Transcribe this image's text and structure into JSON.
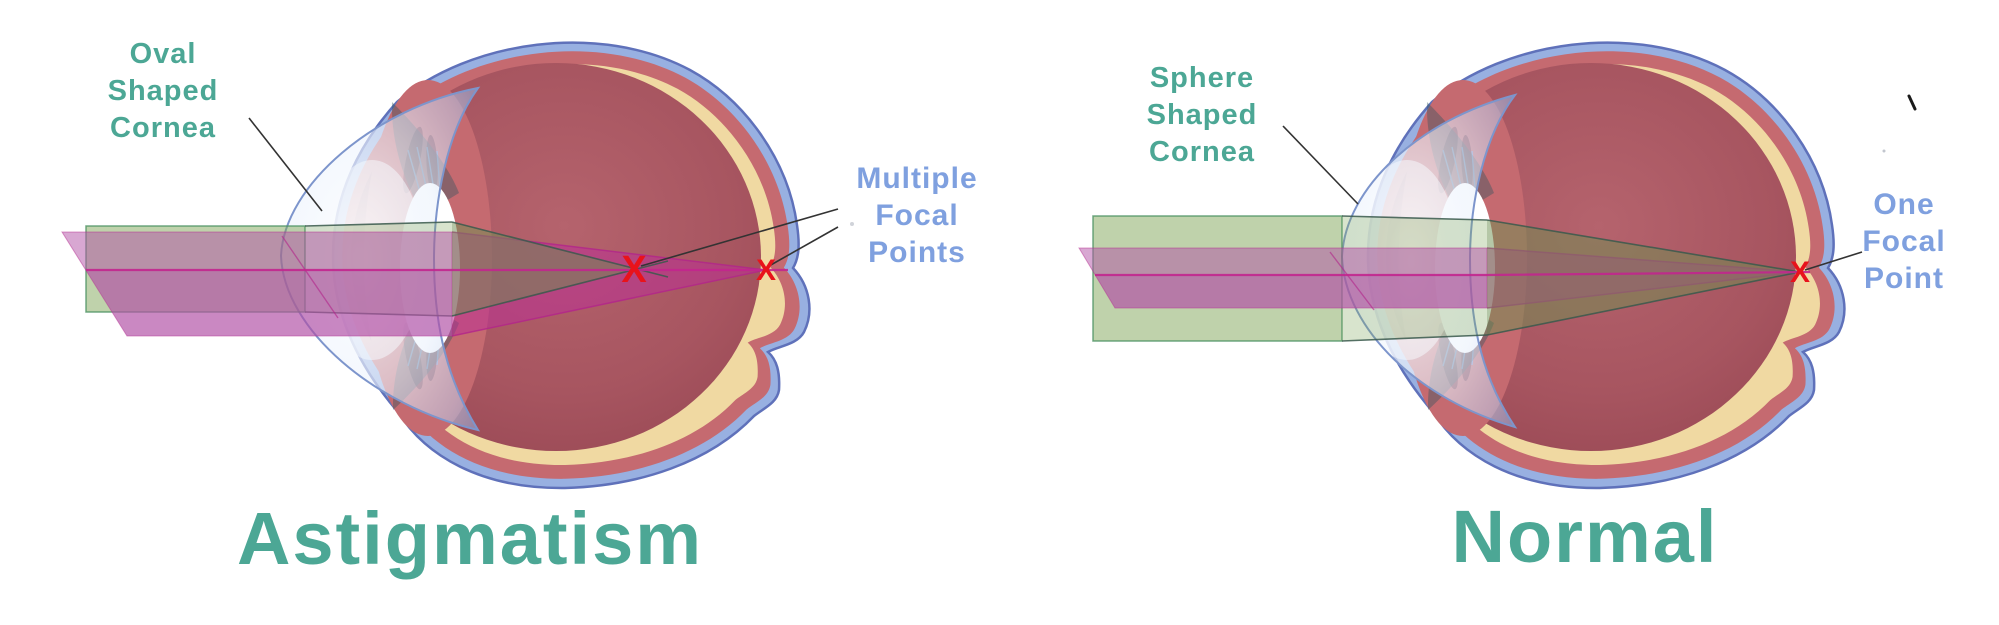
{
  "titles": {
    "left": "Astigmatism",
    "right": "Normal"
  },
  "labels": {
    "left_cornea": {
      "lines": [
        "Oval",
        "Shaped",
        "Cornea"
      ]
    },
    "left_focal": {
      "lines": [
        "Multiple",
        "Focal",
        "Points"
      ]
    },
    "right_cornea": {
      "lines": [
        "Sphere",
        "Shaped",
        "Cornea"
      ]
    },
    "right_focal": {
      "lines": [
        "One",
        "Focal",
        "Point"
      ]
    }
  },
  "marks": {
    "left_x1": "X",
    "left_x2": "X",
    "right_x": "X"
  },
  "colors": {
    "teal": "#4CA795",
    "label_blue": "#7FA0DF",
    "focal_red": "#E8131B",
    "pointer": "#333333",
    "sclera": "#98B0E1",
    "sclera_edge": "#5F71BA",
    "ring_red": "#C56A70",
    "cream": "#F0D9A2",
    "maroon_center": "#B5636D",
    "maroon_mid": "#A75560",
    "maroon_edge": "#93434F",
    "iris_dark": "#7C3746",
    "zonule": "#7E9AD4",
    "wedge": "#2F5560",
    "cornea_edge": "#7D95CC",
    "green_beam": "#7FA558",
    "green_tri": "#6B8F4F",
    "green_edge": "#4E9464",
    "green_dark": "#3A5A4D",
    "pink_beam": "#B24FA5",
    "pink_deep": "#BB2F96",
    "pink_edge": "#B3258B",
    "pink_line": "#C2268E"
  }
}
